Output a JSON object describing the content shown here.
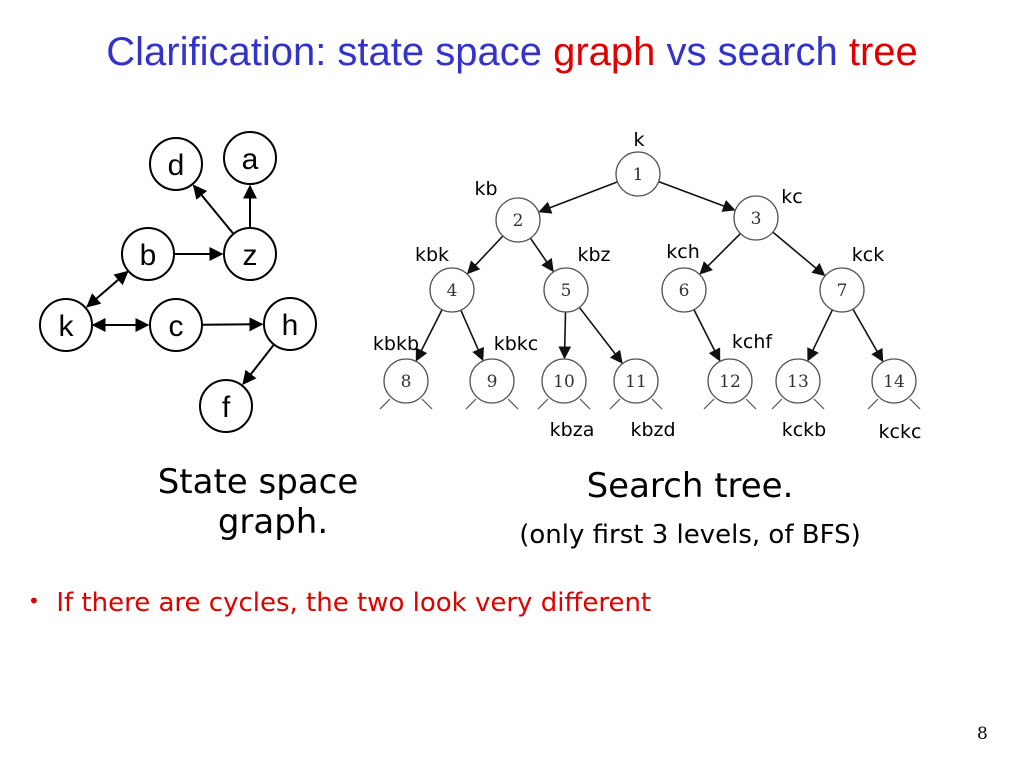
{
  "title": {
    "part1": "Clarification: state space ",
    "part2": "graph",
    "part3": " vs search ",
    "part4": "tree"
  },
  "graph": {
    "nodes": [
      {
        "id": "d",
        "label": "d"
      },
      {
        "id": "a",
        "label": "a"
      },
      {
        "id": "b",
        "label": "b"
      },
      {
        "id": "z",
        "label": "z"
      },
      {
        "id": "k",
        "label": "k"
      },
      {
        "id": "c",
        "label": "c"
      },
      {
        "id": "h",
        "label": "h"
      },
      {
        "id": "f",
        "label": "f"
      }
    ],
    "edges": [
      {
        "from": "z",
        "to": "a"
      },
      {
        "from": "z",
        "to": "d"
      },
      {
        "from": "b",
        "to": "z"
      },
      {
        "from": "b",
        "to": "k",
        "bidirectional": true
      },
      {
        "from": "k",
        "to": "c",
        "bidirectional": true
      },
      {
        "from": "c",
        "to": "h"
      },
      {
        "from": "h",
        "to": "f"
      }
    ],
    "caption_line1": "State space",
    "caption_line2": "graph."
  },
  "tree": {
    "nodes": [
      {
        "id": "1",
        "label": "1",
        "path": "k"
      },
      {
        "id": "2",
        "label": "2",
        "path": "kb"
      },
      {
        "id": "3",
        "label": "3",
        "path": "kc"
      },
      {
        "id": "4",
        "label": "4",
        "path": "kbk"
      },
      {
        "id": "5",
        "label": "5",
        "path": "kbz"
      },
      {
        "id": "6",
        "label": "6",
        "path": "kch"
      },
      {
        "id": "7",
        "label": "7",
        "path": "kck"
      },
      {
        "id": "8",
        "label": "8",
        "path": "kbkb"
      },
      {
        "id": "9",
        "label": "9",
        "path": "kbkc"
      },
      {
        "id": "10",
        "label": "10",
        "path": "kbza"
      },
      {
        "id": "11",
        "label": "11",
        "path": "kbzd"
      },
      {
        "id": "12",
        "label": "12",
        "path": "kchf"
      },
      {
        "id": "13",
        "label": "13",
        "path": "kckb"
      },
      {
        "id": "14",
        "label": "14",
        "path": "kckc"
      }
    ],
    "caption_line1": "Search tree.",
    "caption_line2": "(only first 3 levels, of BFS)"
  },
  "bullet": "If there are cycles, the two look very different",
  "page_number": "8",
  "colors": {
    "title": "#3333cc",
    "highlight": "#e00000"
  }
}
